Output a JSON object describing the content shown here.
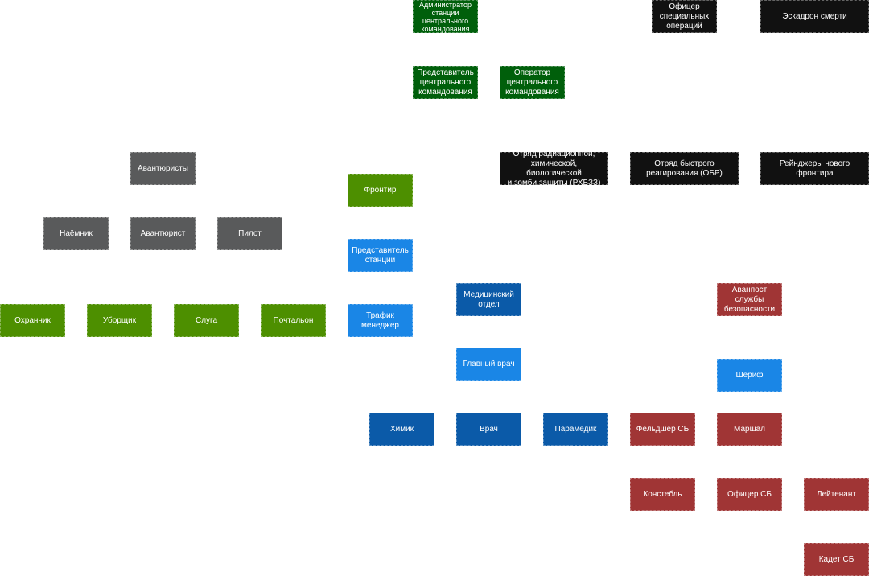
{
  "colors": {
    "gray": "#595a5b",
    "light_green": "#4d8f00",
    "dark_green": "#005f0b",
    "light_blue": "#1a86e6",
    "dark_blue": "#0b5aa8",
    "red": "#a03535",
    "black": "#111111"
  },
  "central_command": {
    "administrator": "Администратор\nстанции\nцентрального\nкомандования",
    "representative": "Представитель\nцентрального\nкомандования",
    "operator": "Оператор\nцентрального\nкомандования"
  },
  "special": {
    "special_ops_officer": "Офицер\nспециальных\nопераций",
    "death_squad": "Эскадрон смерти",
    "rchbz_squad": "Отряд радиационной,\nхимической, биологической\nи зомби защиты (РХБЗЗ)",
    "ert": "Отряд быстрого\nреагирования (ОБР)",
    "new_frontier_rangers": "Рейнджеры нового\nфронтира"
  },
  "adventurers": {
    "group": "Авантюристы",
    "mercenary": "Наёмник",
    "adventurer": "Авантюрист",
    "pilot": "Пилот"
  },
  "service": {
    "guard": "Охранник",
    "janitor": "Уборщик",
    "servant": "Слуга",
    "mail_carrier": "Почтальон"
  },
  "frontier": {
    "frontier": "Фронтир",
    "station_rep": "Представитель\nстанции",
    "traffic_manager": "Трафик\nменеджер"
  },
  "medical": {
    "department": "Медицинский\nотдел",
    "chief_medical_officer": "Главный врач",
    "chemist": "Химик",
    "doctor": "Врач",
    "paramedic": "Парамедик"
  },
  "security": {
    "outpost": "Аванпост\nслужбы\nбезопасности",
    "sheriff": "Шериф",
    "brigmedic": "Фельдшер СБ",
    "marshal": "Маршал",
    "constable": "Констебль",
    "security_officer": "Офицер СБ",
    "lieutenant": "Лейтенант",
    "cadet": "Кадет СБ"
  }
}
